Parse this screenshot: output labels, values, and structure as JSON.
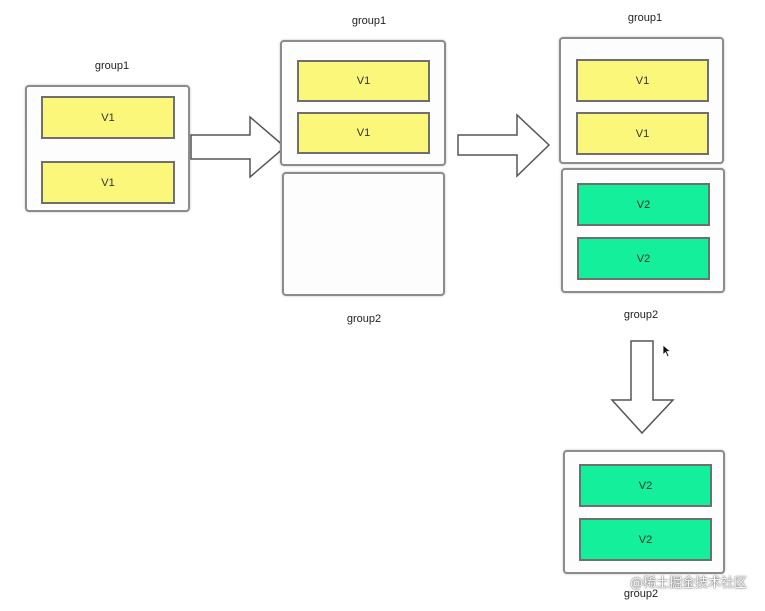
{
  "stage1": {
    "group1_label": "group1",
    "boxes": [
      "V1",
      "V1"
    ]
  },
  "stage2": {
    "group1_label": "group1",
    "group2_label": "group2",
    "group1_boxes": [
      "V1",
      "V1"
    ]
  },
  "stage3": {
    "group1_label": "group1",
    "group2_label": "group2",
    "group1_boxes": [
      "V1",
      "V1"
    ],
    "group2_boxes": [
      "V2",
      "V2"
    ]
  },
  "stage4": {
    "group2_label": "group2",
    "boxes": [
      "V2",
      "V2"
    ]
  },
  "colors": {
    "v1_fill": "#fbf77a",
    "v2_fill": "#13ef9a",
    "border": "#8c8c8c"
  },
  "icons": {
    "arrow": "hollow-block-arrow",
    "cursor": "mouse-pointer-icon"
  },
  "watermark": "@稀土掘金技术社区"
}
